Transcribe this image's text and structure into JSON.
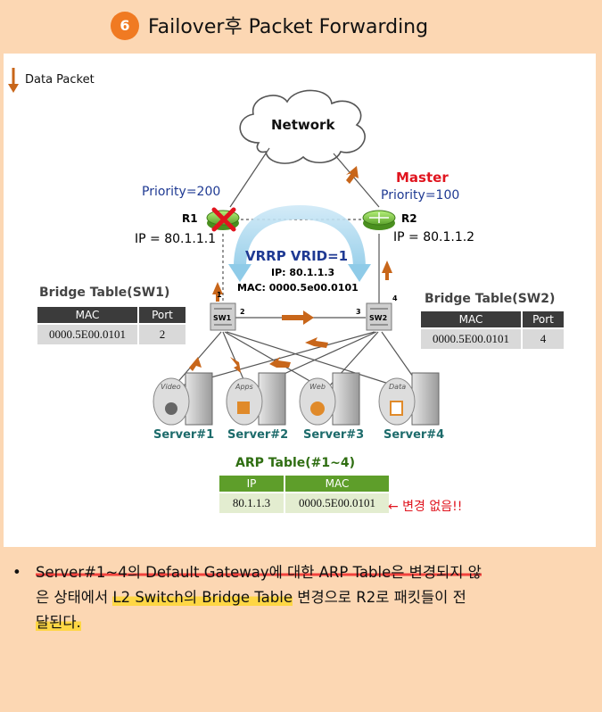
{
  "header": {
    "step": "6",
    "title": "Failover후 Packet Forwarding"
  },
  "legend": {
    "label": "Data Packet"
  },
  "network": {
    "label": "Network"
  },
  "r1": {
    "name": "R1",
    "priority": "Priority=200",
    "ip": "IP = 80.1.1.1"
  },
  "r2": {
    "name": "R2",
    "role": "Master",
    "priority": "Priority=100",
    "ip": "IP = 80.1.1.2"
  },
  "vrrp": {
    "title": "VRRP VRID=1",
    "ip": "IP: 80.1.1.3",
    "mac": "MAC: 0000.5e00.0101"
  },
  "switches": {
    "sw1": "SW1",
    "sw2": "SW2",
    "port1": "1",
    "port2": "2",
    "port3": "3",
    "port4": "4"
  },
  "bridge_sw1": {
    "title": "Bridge Table(SW1)",
    "col_mac": "MAC",
    "col_port": "Port",
    "mac": "0000.5E00.0101",
    "port": "2"
  },
  "bridge_sw2": {
    "title": "Bridge Table(SW2)",
    "col_mac": "MAC",
    "col_port": "Port",
    "mac": "0000.5E00.0101",
    "port": "4"
  },
  "servers": [
    {
      "name": "Server#1",
      "tag": "Video"
    },
    {
      "name": "Server#2",
      "tag": "Apps"
    },
    {
      "name": "Server#3",
      "tag": "Web"
    },
    {
      "name": "Server#4",
      "tag": "Data"
    }
  ],
  "arp": {
    "title": "ARP Table(#1~4)",
    "col_ip": "IP",
    "col_mac": "MAC",
    "ip": "80.1.1.3",
    "mac": "0000.5E00.0101",
    "note": "← 변경 없음!!"
  },
  "bullet": {
    "line1_a": "Server#1~4의 Default Gateway에 대한 ARP Table은 변경되지 않",
    "line2_a": "은 상태에서 ",
    "line2_b": "L2 Switch의 Bridge Table",
    "line2_c": " 변경으로 R2로 패킷들이 전",
    "line3": "달된다."
  },
  "colors": {
    "accent": "#f07a22",
    "arrow": "#c8661a",
    "priority": "#1f3a93",
    "master": "#e0141e",
    "arp_header": "#5e9e2a"
  }
}
